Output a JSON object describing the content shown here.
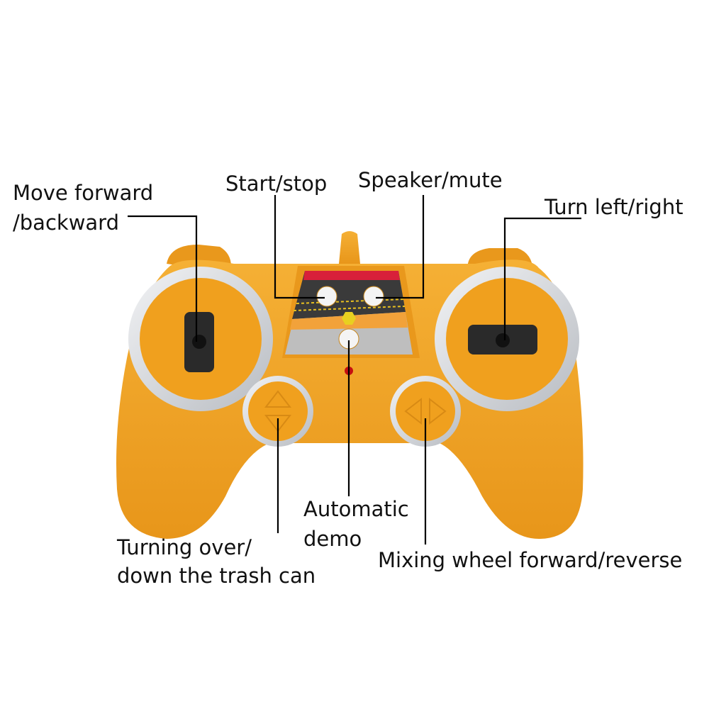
{
  "labels": {
    "move": [
      "Move forward",
      "/backward"
    ],
    "start_stop": "Start/stop",
    "speaker_mute": "Speaker/mute",
    "turn": "Turn left/right",
    "auto_demo": [
      "Automatic",
      "demo"
    ],
    "trash": [
      "Turning over/",
      "down the trash can"
    ],
    "mixing": "Mixing wheel forward/reverse"
  },
  "colors": {
    "body": "#F2A11E",
    "ring": "#D9DCE0",
    "joystick": "#2A2A2A",
    "panel_dark": "#3A3A3A",
    "panel_gray": "#BDBDBD",
    "led": "#C41010"
  }
}
